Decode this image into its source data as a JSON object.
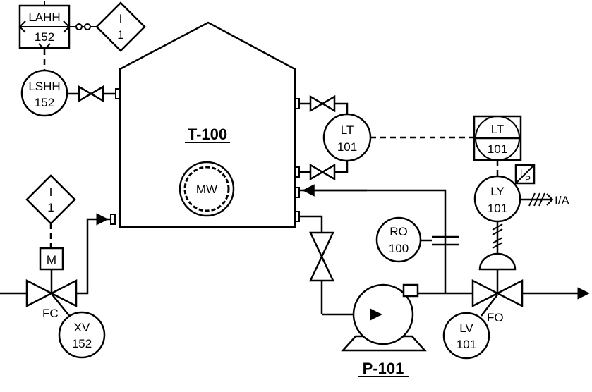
{
  "tank": {
    "tag": "T-100",
    "mixer": "MW"
  },
  "pump": {
    "tag": "P-101"
  },
  "instruments": {
    "lahh": {
      "tag": "LAHH",
      "num": "152"
    },
    "lshh": {
      "tag": "LSHH",
      "num": "152"
    },
    "interlock_top": {
      "tag": "I",
      "num": "1"
    },
    "interlock_left": {
      "tag": "I",
      "num": "1"
    },
    "lt_field": {
      "tag": "LT",
      "num": "101"
    },
    "lt_panel": {
      "tag": "LT",
      "num": "101"
    },
    "ly": {
      "tag": "LY",
      "num": "101"
    },
    "ip": {
      "i": "I",
      "p": "P"
    },
    "ro": {
      "tag": "RO",
      "num": "100"
    },
    "xv": {
      "tag": "XV",
      "num": "152"
    },
    "lv": {
      "tag": "LV",
      "num": "101"
    },
    "motor": {
      "tag": "M"
    }
  },
  "labels": {
    "fc": "FC",
    "fo": "FO",
    "ia": "I/A"
  }
}
